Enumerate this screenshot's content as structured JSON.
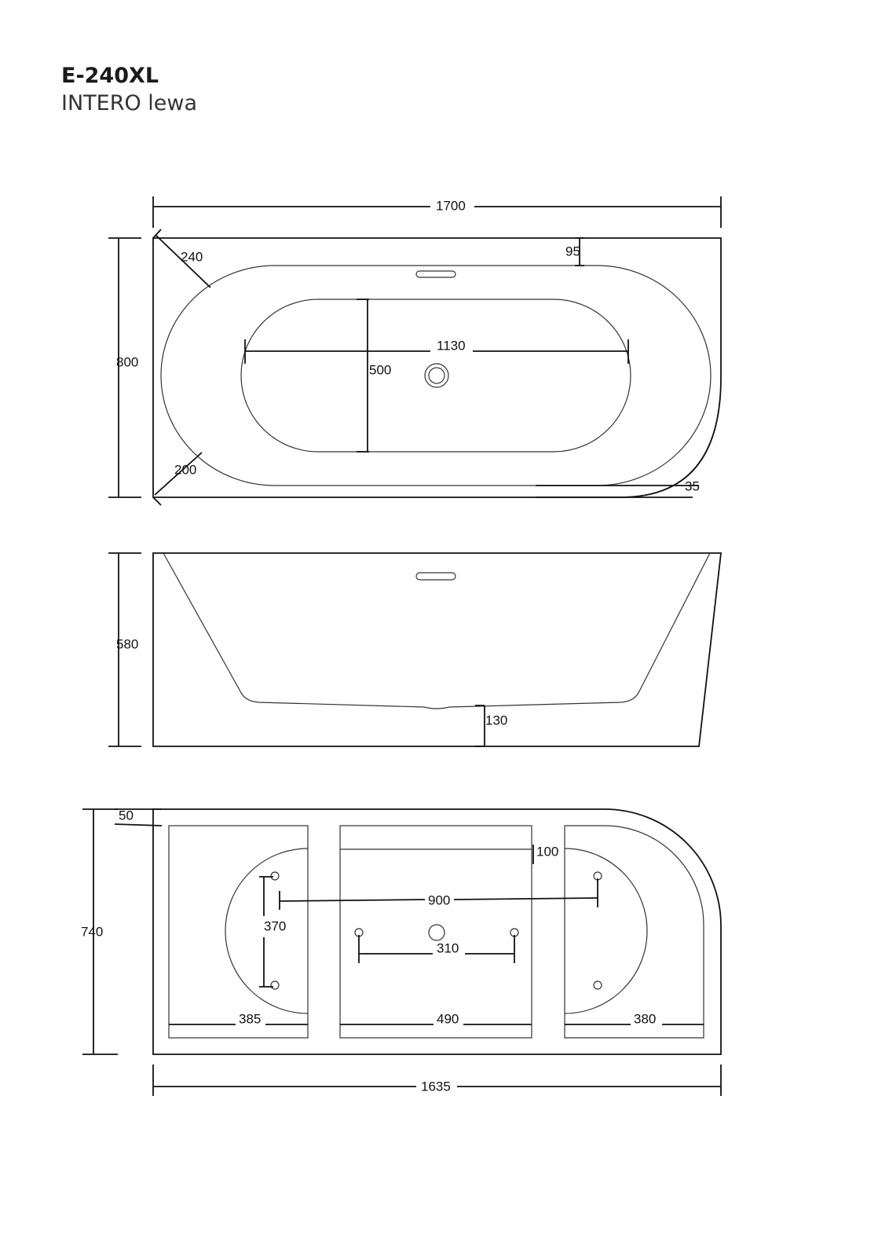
{
  "header": {
    "model": "E-240XL",
    "variant": "INTERO lewa"
  },
  "top_view": {
    "overall_length": "1700",
    "overall_width": "800",
    "inner_length": "1130",
    "inner_width": "500",
    "rim_top": "95",
    "corner_top_left": "240",
    "corner_bottom_left": "200",
    "offset_bottom_right": "35"
  },
  "side_view": {
    "height": "580",
    "base_height": "130"
  },
  "base_view": {
    "top_margin": "50",
    "depth": "740",
    "panel_offset": "100",
    "feet_spacing_long": "900",
    "feet_spacing_left": "370",
    "feet_spacing_center": "310",
    "panel_left": "385",
    "panel_center": "490",
    "panel_right": "380",
    "overall_length": "1635"
  }
}
